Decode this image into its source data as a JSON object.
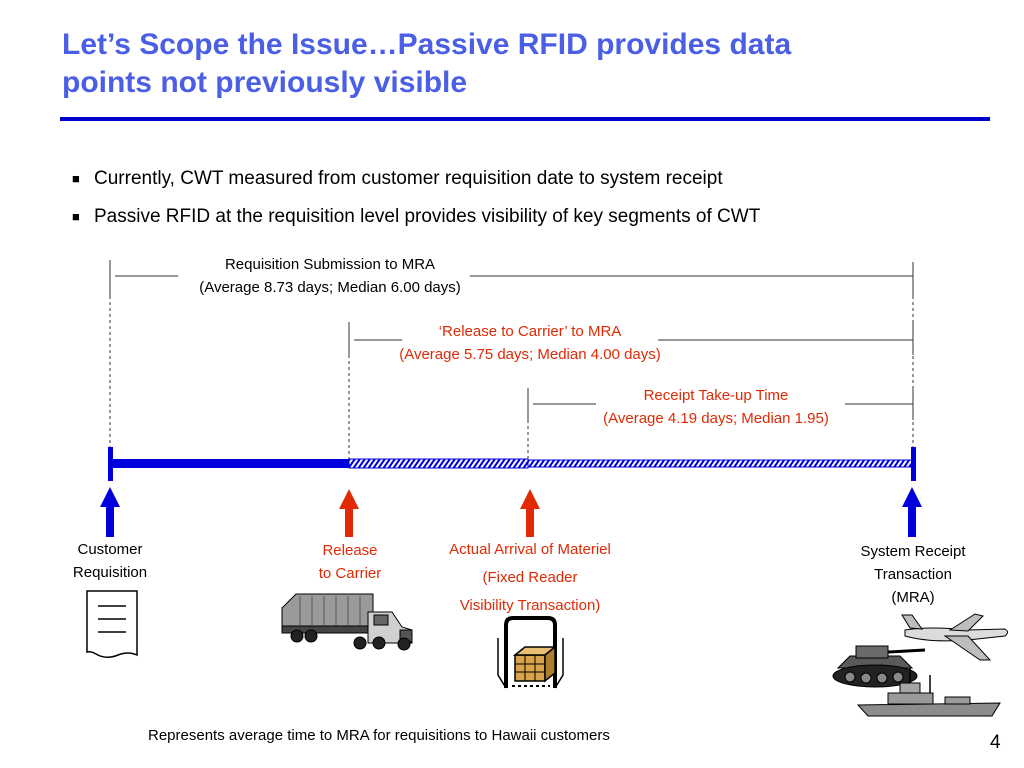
{
  "slide": {
    "title_line1": "Let’s Scope the Issue…Passive RFID provides data",
    "title_line2": "points not previously visible",
    "bullets": [
      "Currently, CWT measured from customer requisition date to system receipt",
      "Passive RFID at the requisition level provides visibility of key segments of CWT"
    ],
    "footer": "Represents average time to MRA for requisitions to Hawaii customers",
    "page_number": "4"
  },
  "diagram": {
    "spans": [
      {
        "line1": "Requisition Submission to MRA",
        "line2": "(Average 8.73 days; Median 6.00 days)"
      },
      {
        "line1": "‘Release to Carrier’ to MRA",
        "line2": "(Average 5.75 days; Median 4.00 days)"
      },
      {
        "line1": "Receipt Take-up Time",
        "line2": "(Average 4.19 days; Median 1.95)"
      }
    ],
    "milestones": [
      {
        "line1": "Customer",
        "line2": "Requisition"
      },
      {
        "line1": "Release",
        "line2": "to Carrier"
      },
      {
        "line1": "Actual Arrival of Materiel",
        "line2": "(Fixed Reader",
        "line3": "Visibility Transaction)"
      },
      {
        "line1": "System Receipt",
        "line2": "Transaction",
        "line3": "(MRA)"
      }
    ],
    "colors": {
      "blue": "#0000dd",
      "red": "#e02a05",
      "title": "#4a5ee6"
    },
    "icons": [
      "document-icon",
      "truck-icon",
      "rfid-portal-icon",
      "military-vehicles-icon"
    ]
  }
}
